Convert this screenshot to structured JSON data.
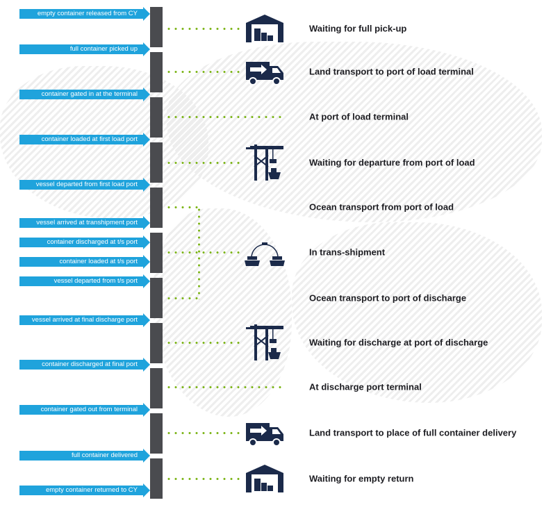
{
  "events": [
    "empty container released from CY",
    "full container picked up",
    "container gated in at the terminal",
    "container loaded at first load port",
    "vessel departed from first load port",
    "vessel arrived at transhipment port",
    "container discharged at t/s port",
    "container loaded at t/s port",
    "vessel departed from t/s port",
    "vessel arrived at final discharge port",
    "container discharged at final port",
    "container gated out from terminal",
    "full container delivered",
    "empty container returned to CY"
  ],
  "stages": [
    {
      "label": "Waiting for full pick-up",
      "icon": "warehouse-icon"
    },
    {
      "label": "Land transport to port of load terminal",
      "icon": "truck-icon"
    },
    {
      "label": "At port of load terminal",
      "icon": ""
    },
    {
      "label": "Waiting for departure from port of load",
      "icon": "crane-icon"
    },
    {
      "label": "Ocean transport from port of load",
      "icon": ""
    },
    {
      "label": "In trans-shipment",
      "icon": "transshipment-icon"
    },
    {
      "label": "Ocean transport to port of discharge",
      "icon": ""
    },
    {
      "label": "Waiting for discharge at port of discharge",
      "icon": "crane-icon"
    },
    {
      "label": "At discharge port terminal",
      "icon": ""
    },
    {
      "label": "Land transport to place of full container delivery",
      "icon": "truck-icon"
    },
    {
      "label": "Waiting for empty return",
      "icon": "warehouse-icon"
    }
  ],
  "colors": {
    "arrow": "#1fa3dc",
    "bar": "#4a4b4f",
    "dots": "#7cb518",
    "icon": "#1b2a4a"
  }
}
